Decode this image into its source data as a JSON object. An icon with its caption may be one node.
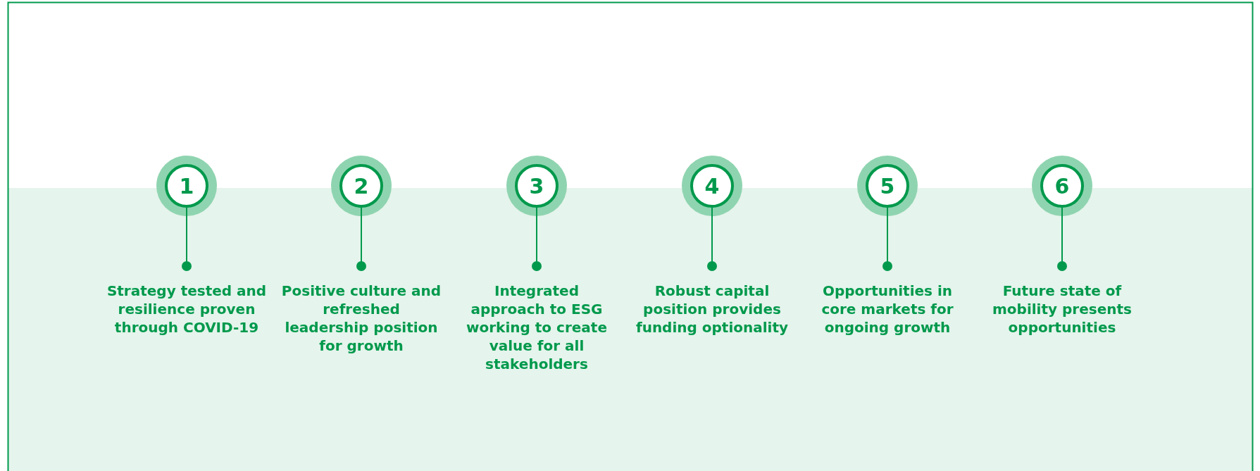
{
  "diagram": {
    "nodes": [
      {
        "text": [
          "1"
        ]
      },
      {
        "text": [
          "2"
        ]
      },
      {
        "text": [
          "3"
        ]
      },
      {
        "text": [
          "4"
        ]
      },
      {
        "text": [
          "5"
        ]
      },
      {
        "text": [
          "6"
        ]
      },
      {
        "text": [
          "Strategy tested and resilience proven through COVID-19"
        ]
      },
      {
        "text": [
          "Positive culture and refreshed leadership position for growth"
        ]
      },
      {
        "text": [
          "Integrated approach to ESG working to create value for all stakeholders"
        ]
      },
      {
        "text": [
          "Robust capital position provides funding optionality"
        ]
      },
      {
        "text": [
          "Opportunities in core markets for ongoing growth"
        ]
      },
      {
        "text": [
          "Future state of mobility presents opportunities"
        ]
      }
    ],
    "edges": [
      {
        "from": 0,
        "to": 6,
        "arrow": "other"
      },
      {
        "from": 1,
        "to": 7,
        "arrow": "other"
      },
      {
        "from": 2,
        "to": 8,
        "arrow": "other"
      },
      {
        "from": 3,
        "to": 9,
        "arrow": "other"
      },
      {
        "from": 4,
        "to": 10,
        "arrow": "other"
      },
      {
        "from": 5,
        "to": 11,
        "arrow": "other"
      }
    ]
  }
}
